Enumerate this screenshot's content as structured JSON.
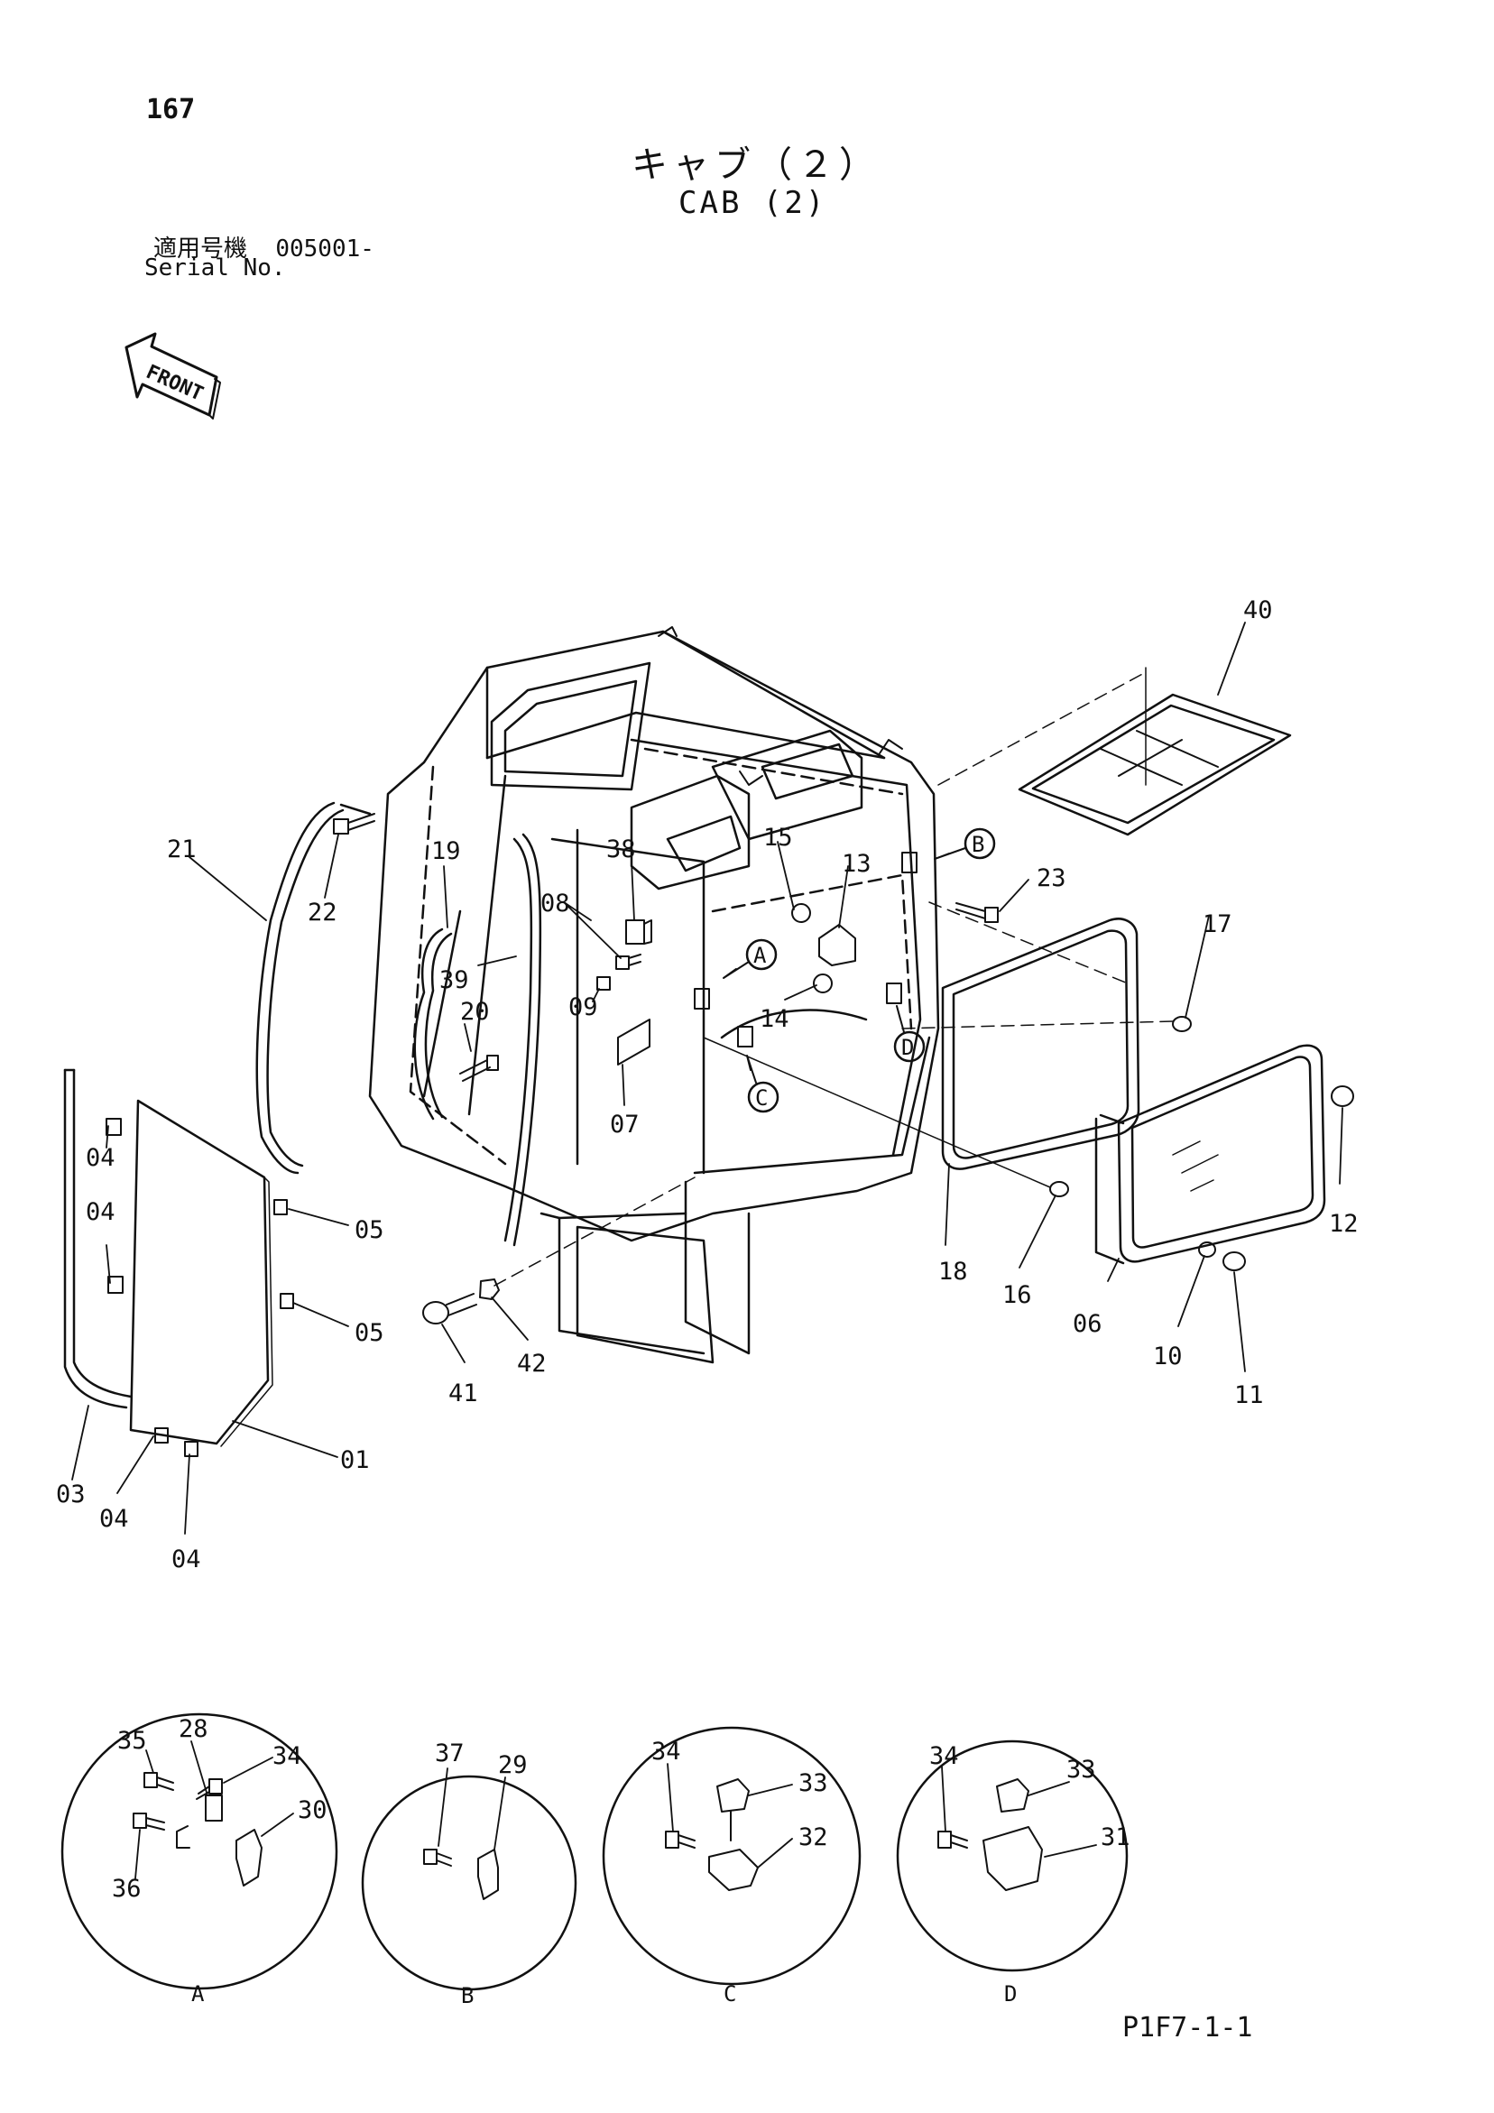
{
  "page_number": "167",
  "title_jp": "キャブ（２）",
  "title_en": "CAB (2)",
  "serial_label_jp": "適用号機",
  "serial_value": "005001-",
  "serial_label_en": "Serial No.",
  "front_label": "FRONT",
  "footer_code": "P1F7-1-1",
  "callout_letters": [
    "A",
    "B",
    "C",
    "D"
  ],
  "part_labels": {
    "p01": "01",
    "p03": "03",
    "p04a": "04",
    "p04b": "04",
    "p04c": "04",
    "p04d": "04",
    "p05a": "05",
    "p05b": "05",
    "p06": "06",
    "p07": "07",
    "p08": "08",
    "p09": "09",
    "p10": "10",
    "p11": "11",
    "p12": "12",
    "p13": "13",
    "p14": "14",
    "p15": "15",
    "p16": "16",
    "p17": "17",
    "p18": "18",
    "p19": "19",
    "p20": "20",
    "p21": "21",
    "p22": "22",
    "p23": "23",
    "p38": "38",
    "p39": "39",
    "p40": "40",
    "p41": "41",
    "p42": "42"
  },
  "detail_views": [
    {
      "letter": "A",
      "labels": [
        "35",
        "28",
        "34",
        "30",
        "36"
      ]
    },
    {
      "letter": "B",
      "labels": [
        "37",
        "29"
      ]
    },
    {
      "letter": "C",
      "labels": [
        "34",
        "33",
        "32"
      ]
    },
    {
      "letter": "D",
      "labels": [
        "34",
        "33",
        "31"
      ]
    }
  ]
}
